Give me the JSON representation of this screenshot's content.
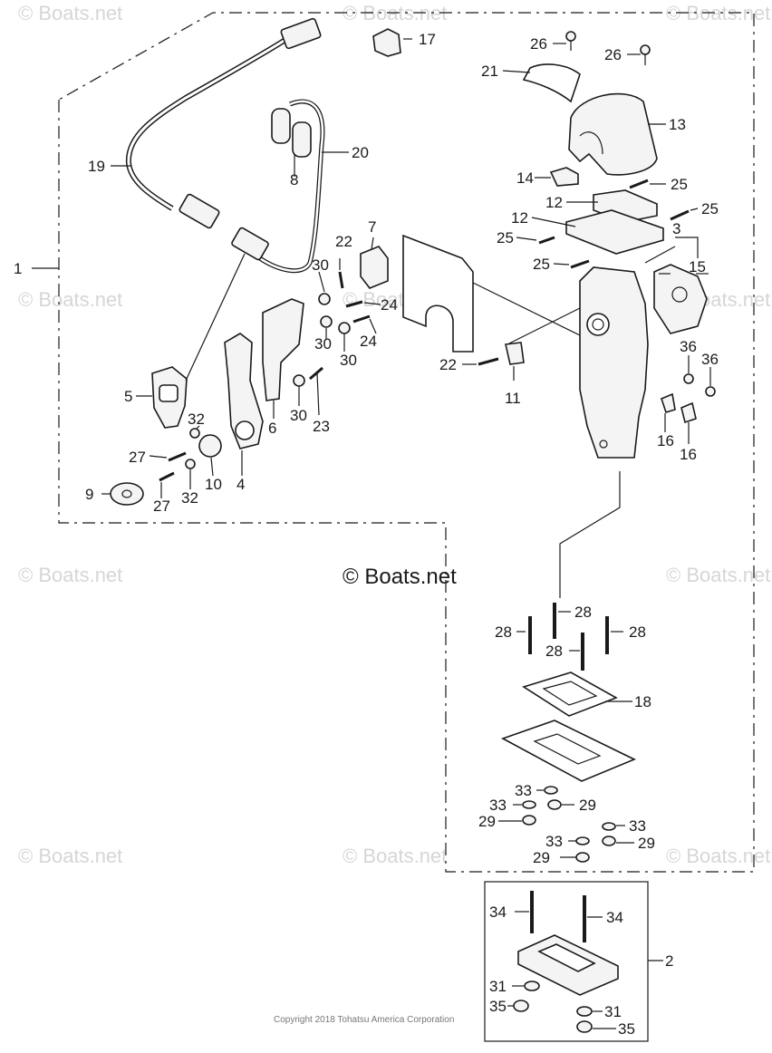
{
  "watermark": {
    "text": "© Boats.net"
  },
  "copyright": "Copyright 2018 Tohatsu America Corporation",
  "callouts": [
    "1",
    "2",
    "3",
    "4",
    "5",
    "6",
    "7",
    "8",
    "9",
    "10",
    "11",
    "12",
    "12",
    "13",
    "14",
    "15",
    "16",
    "16",
    "17",
    "18",
    "19",
    "20",
    "21",
    "22",
    "22",
    "23",
    "24",
    "24",
    "25",
    "25",
    "25",
    "25",
    "26",
    "26",
    "27",
    "27",
    "28",
    "28",
    "28",
    "28",
    "29",
    "29",
    "29",
    "29",
    "30",
    "30",
    "30",
    "30",
    "31",
    "31",
    "32",
    "32",
    "33",
    "33",
    "33",
    "33",
    "34",
    "34",
    "35",
    "35",
    "36",
    "36"
  ]
}
